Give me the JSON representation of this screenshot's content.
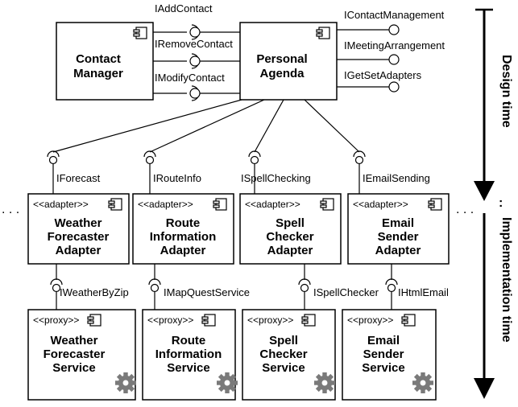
{
  "contact_manager": {
    "line1": "Contact",
    "line2": "Manager"
  },
  "personal_agenda": {
    "line1": "Personal",
    "line2": "Agenda"
  },
  "mid_interfaces": [
    "IAddContact",
    "IRemoveContact",
    "IModifyContact"
  ],
  "right_interfaces": [
    "IContactManagement",
    "IMeetingArrangement",
    "IGetSetAdapters"
  ],
  "stereotypes": {
    "adapter": "<<adapter>>",
    "proxy": "<<proxy>>"
  },
  "adapters": [
    {
      "iface": "IForecast",
      "l1": "Weather",
      "l2": "Forecaster",
      "l3": "Adapter"
    },
    {
      "iface": "IRouteInfo",
      "l1": "Route",
      "l2": "Information",
      "l3": "Adapter"
    },
    {
      "iface": "ISpellChecking",
      "l1": "Spell",
      "l2": "Checker",
      "l3": "Adapter"
    },
    {
      "iface": "IEmailSending",
      "l1": "Email",
      "l2": "Sender",
      "l3": "Adapter"
    }
  ],
  "services": [
    {
      "iface": "IWeatherByZip",
      "l1": "Weather",
      "l2": "Forecaster",
      "l3": "Service"
    },
    {
      "iface": "IMapQuestService",
      "l1": "Route",
      "l2": "Information",
      "l3": "Service"
    },
    {
      "iface": "ISpellChecker",
      "l1": "Spell",
      "l2": "Checker",
      "l3": "Service"
    },
    {
      "iface": "IHtmlEmail",
      "l1": "Email",
      "l2": "Sender",
      "l3": "Service"
    }
  ],
  "sidebar": {
    "design": "Design time",
    "implementation": "Implementation time",
    "sep": ":"
  },
  "dots": ". . ."
}
